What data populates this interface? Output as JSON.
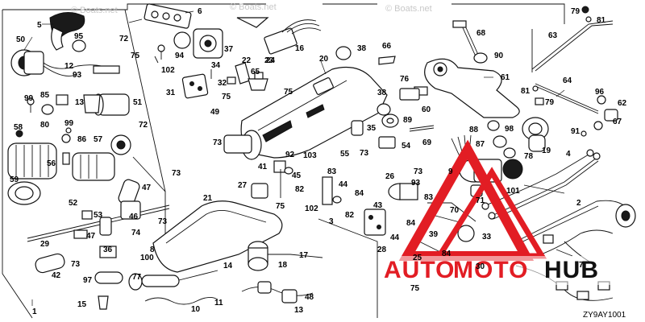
{
  "diagram": {
    "code": "ZY9AY1001",
    "watermarks": [
      "© Boats.net",
      "© Boats.net",
      "© Boats.net"
    ],
    "brand": {
      "prefix": "AUTO",
      "middle": "MOTO",
      "suffix": "HUB",
      "prefix_color": "#e21d24",
      "suffix_color": "#111111"
    },
    "labels": {
      "1": "1",
      "2": "2",
      "3": "3",
      "4": "4",
      "5": "5",
      "6": "6",
      "7": "7",
      "8": "8",
      "9": "9",
      "10": "10",
      "11": "11",
      "12": "12",
      "13": "13",
      "14": "14",
      "15": "15",
      "16": "16",
      "17": "17",
      "18": "18",
      "19": "19",
      "20": "20",
      "21": "21",
      "22": "22",
      "23": "23",
      "24": "24",
      "25": "25",
      "26": "26",
      "27": "27",
      "28": "28",
      "29": "29",
      "30": "30",
      "31": "31",
      "32": "32",
      "33": "33",
      "34": "34",
      "35": "35",
      "36": "36",
      "37": "37",
      "38": "38",
      "39": "39",
      "41": "41",
      "42": "42",
      "43": "43",
      "44": "44",
      "45": "45",
      "46": "46",
      "47": "47",
      "48": "48",
      "49": "49",
      "50": "50",
      "51": "51",
      "52": "52",
      "53": "53",
      "54": "54",
      "55": "55",
      "56": "56",
      "57": "57",
      "58": "58",
      "59": "59",
      "60": "60",
      "61": "61",
      "62": "62",
      "63": "63",
      "64": "64",
      "65": "65",
      "66": "66",
      "67": "67",
      "68": "68",
      "69": "69",
      "70": "70",
      "71": "71",
      "72": "72",
      "73": "73",
      "74": "74",
      "75": "75",
      "76": "76",
      "77": "77",
      "78": "78",
      "79": "79",
      "80": "80",
      "81": "81",
      "82": "82",
      "83": "83",
      "84": "84",
      "85": "85",
      "86": "86",
      "87": "87",
      "88": "88",
      "89": "89",
      "90": "90",
      "91": "91",
      "92": "92",
      "93": "93",
      "94": "94",
      "95": "95",
      "96": "96",
      "97": "97",
      "98": "98",
      "99": "99",
      "100": "100",
      "101": "101",
      "102": "102",
      "103": "103"
    }
  }
}
